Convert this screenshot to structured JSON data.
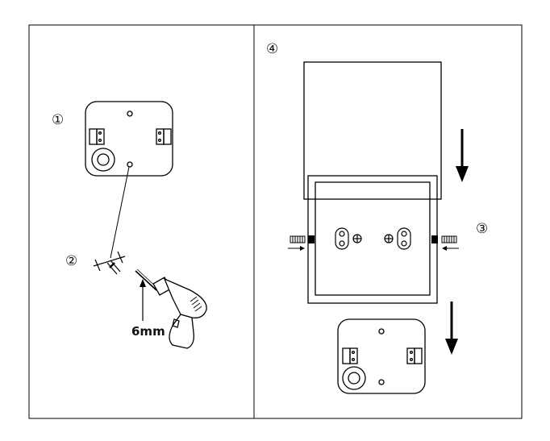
{
  "steps": [
    {
      "number": "①"
    },
    {
      "number": "②"
    },
    {
      "number": "③"
    },
    {
      "number": "④"
    }
  ],
  "drill": {
    "bit_size_label": "6mm"
  },
  "colors": {
    "line": "#000000",
    "background": "#ffffff"
  },
  "icons": [
    "mounting-plate-icon",
    "drill-icon",
    "wall-anchor-icon",
    "arrow-down-icon",
    "screw-icon"
  ]
}
